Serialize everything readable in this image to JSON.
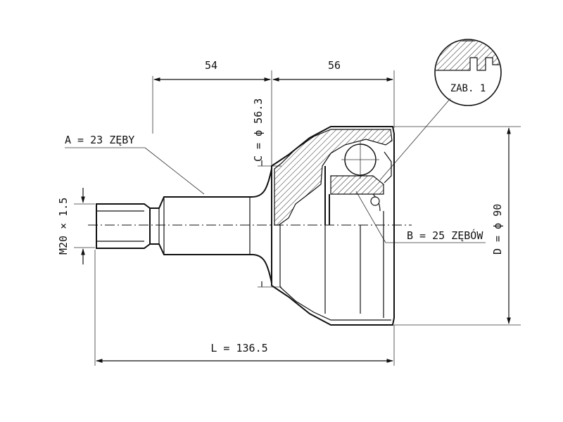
{
  "labels": {
    "dim_54": "54",
    "dim_56": "56",
    "zab": "ZAB. 1",
    "c": "C = ϕ 56.3",
    "a": "A = 23 ZĘBY",
    "m": "M20 × 1.5",
    "b": "B = 25 ZĘBÓW",
    "d": "D = ϕ 90",
    "l": "L = 136.5"
  }
}
